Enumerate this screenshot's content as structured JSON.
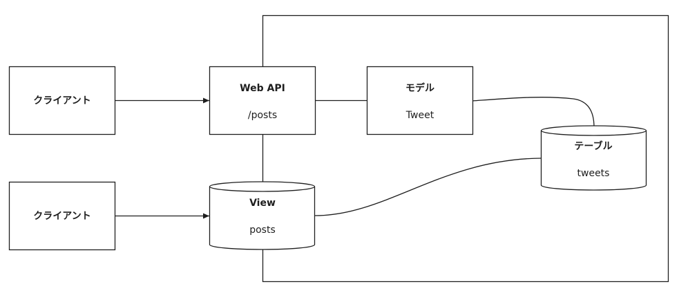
{
  "diagram": {
    "client_top": {
      "label": "クライアント"
    },
    "client_bottom": {
      "label": "クライアント"
    },
    "web_api": {
      "title": "Web API",
      "subtitle": "/posts"
    },
    "model": {
      "title": "モデル",
      "subtitle": "Tweet"
    },
    "table": {
      "title": "テーブル",
      "subtitle": "tweets"
    },
    "view": {
      "title": "View",
      "subtitle": "posts"
    }
  },
  "colors": {
    "stroke": "#1e1e1e",
    "background": "#ffffff"
  }
}
